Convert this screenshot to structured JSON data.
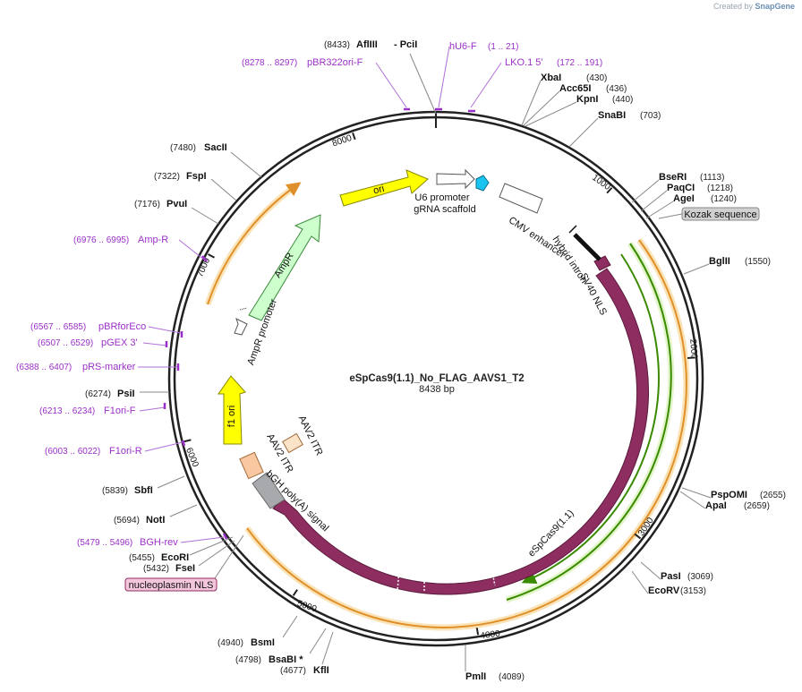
{
  "brand": {
    "prefix": "Created by",
    "name": "SnapGene"
  },
  "plasmid": {
    "name": "eSpCas9(1.1)_No_FLAG_AAVS1_T2",
    "length_label": "8438 bp"
  },
  "ruler": [
    "1000",
    "2000",
    "3000",
    "4000",
    "5000",
    "6000",
    "7000",
    "8000"
  ],
  "enzymes": [
    {
      "name": "AflIII",
      "pos": "(8433)"
    },
    {
      "name": "- PciI",
      "pos": ""
    },
    {
      "name": "XbaI",
      "pos": "(430)"
    },
    {
      "name": "Acc65I",
      "pos": "(436)"
    },
    {
      "name": "KpnI",
      "pos": "(440)"
    },
    {
      "name": "SnaBI",
      "pos": "(703)"
    },
    {
      "name": "BseRI",
      "pos": "(1113)"
    },
    {
      "name": "PaqCI",
      "pos": "(1218)"
    },
    {
      "name": "AgeI",
      "pos": "(1240)"
    },
    {
      "name": "BglII",
      "pos": "(1550)"
    },
    {
      "name": "PspOMI",
      "pos": "(2655)"
    },
    {
      "name": "ApaI",
      "pos": "(2659)"
    },
    {
      "name": "PasI",
      "pos": "(3069)"
    },
    {
      "name": "EcoRV",
      "pos": "(3153)"
    },
    {
      "name": "PmlI",
      "pos": "(4089)"
    },
    {
      "name": "KflI",
      "pos": "(4677)"
    },
    {
      "name": "BsaBI *",
      "pos": "(4798)"
    },
    {
      "name": "BsmI",
      "pos": "(4940)"
    },
    {
      "name": "FseI",
      "pos": "(5432)"
    },
    {
      "name": "EcoRI",
      "pos": "(5455)"
    },
    {
      "name": "NotI",
      "pos": "(5694)"
    },
    {
      "name": "SbfI",
      "pos": "(5839)"
    },
    {
      "name": "PsiI",
      "pos": "(6274)"
    },
    {
      "name": "PvuI",
      "pos": "(7176)"
    },
    {
      "name": "FspI",
      "pos": "(7322)"
    },
    {
      "name": "SacII",
      "pos": "(7480)"
    }
  ],
  "primers": [
    {
      "name": "pBR322ori-F",
      "range": "(8278 .. 8297)"
    },
    {
      "name": "hU6-F",
      "range": "(1 .. 21)"
    },
    {
      "name": "LKO.1 5'",
      "range": "(172 .. 191)"
    },
    {
      "name": "Amp-R",
      "range": "(6976 .. 6995)"
    },
    {
      "name": "pBRforEco",
      "range": "(6567 .. 6585)"
    },
    {
      "name": "pGEX 3'",
      "range": "(6507 .. 6529)"
    },
    {
      "name": "pRS-marker",
      "range": "(6388 .. 6407)"
    },
    {
      "name": "F1ori-F",
      "range": "(6213 .. 6234)"
    },
    {
      "name": "F1ori-R",
      "range": "(6003 .. 6022)"
    },
    {
      "name": "BGH-rev",
      "range": "(5479 .. 5496)"
    }
  ],
  "features": {
    "ori": "ori",
    "u6_promoter": "U6 promoter",
    "grna_scaffold": "gRNA scaffold",
    "cmv_enhancer": "CMV enhancer",
    "hybrid_intron": "hybrid intron",
    "sv40_nls": "SV40 NLS",
    "espcas9": "eSpCas9(1.1)",
    "bgh_polya": "bGH poly(A) signal",
    "aav2_itr_1": "AAV2 ITR",
    "aav2_itr_2": "AAV2 ITR",
    "f1_ori": "f1 ori",
    "ampr_promoter": "AmpR promoter",
    "ampr": "AmpR"
  },
  "boxed_labels": {
    "kozak": "Kozak sequence",
    "nucleoplasmin": "nucleoplasmin NLS"
  },
  "colors": {
    "backbone": "#222222",
    "cas9": "#8e2d60",
    "ori": "#ffff00",
    "ampr": "#ccffcc",
    "f1_ori": "#ffff00",
    "itr": "#f9c8a0",
    "polya": "#a7a9ac",
    "primer": "#9b30c8",
    "orf_orange": "#e0902a",
    "orf_green": "#3a8a00"
  }
}
